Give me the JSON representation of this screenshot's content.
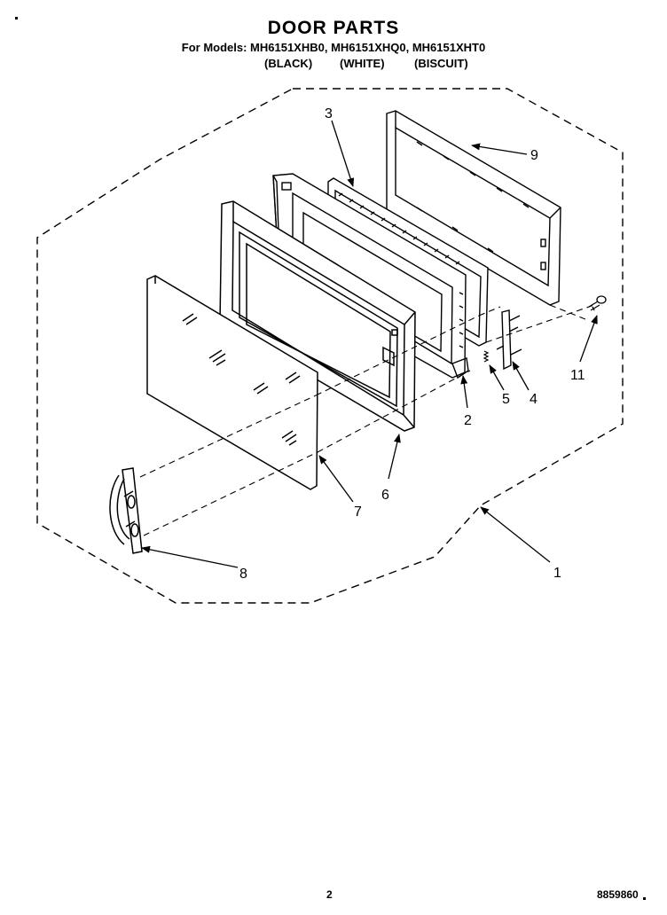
{
  "header": {
    "title": "DOOR PARTS",
    "models_line": "For Models: MH6151XHB0, MH6151XHQ0, MH6151XHT0",
    "colors": [
      "(BLACK)",
      "(WHITE)",
      "(BISCUIT)"
    ]
  },
  "callouts": {
    "c1": "1",
    "c2": "2",
    "c3": "3",
    "c4": "4",
    "c5": "5",
    "c6": "6",
    "c7": "7",
    "c8": "8",
    "c9": "9",
    "c11": "11"
  },
  "footer": {
    "page_number": "2",
    "document_number": "8859860"
  }
}
